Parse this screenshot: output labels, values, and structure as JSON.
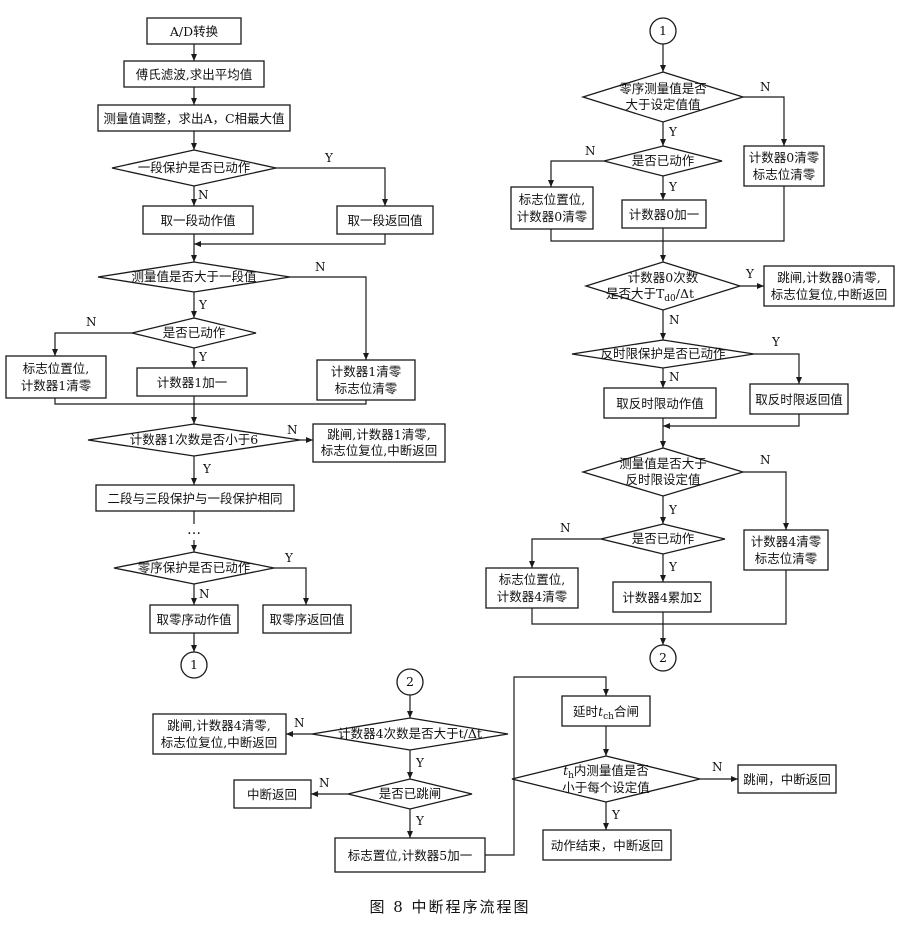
{
  "caption": "图 8   中断程序流程图",
  "connectors": {
    "one": "1",
    "two": "2"
  },
  "left": {
    "ad": "A/D转换",
    "fourier": "傅氏滤波,求出平均值",
    "adjust": "测量值调整，求出A，C相最大值",
    "d1": "一段保护是否已动作",
    "take_act": "取一段动作值",
    "take_ret": "取一段返回值",
    "d2": "测量值是否大于一段值",
    "d3": "是否已动作",
    "flag_set_1": "标志位置位,",
    "flag_set_2": "计数器1清零",
    "cnt1_inc": "计数器1加一",
    "cnt1_clr_1": "计数器1清零",
    "cnt1_clr_2": "标志位清零",
    "d4": "计数器1次数是否小于6",
    "trip_1": "跳闸,计数器1清零,",
    "trip_2": "标志位复位,中断返回",
    "stages23": "二段与三段保护与一段保护相同",
    "ellipsis": "…",
    "d5": "零序保护是否已动作",
    "zs_act": "取零序动作值",
    "zs_ret": "取零序返回值"
  },
  "right": {
    "d1_l1": "零序测量值是否",
    "d1_l2": "大于设定值值",
    "d2": "是否已动作",
    "flag_1": "标志位置位,",
    "flag_2": "计数器0清零",
    "cnt0_inc": "计数器0加一",
    "cnt0_clr_1": "计数器0清零",
    "cnt0_clr_2": "标志位清零",
    "d3_l1": "计数器0次数",
    "d3_l2": "是否大于T",
    "d3_sub": "d0",
    "d3_tail": "/Δt",
    "trip0_1": "跳闸,计数器0清零,",
    "trip0_2": "标志位复位,中断返回",
    "d4": "反时限保护是否已动作",
    "inv_act": "取反时限动作值",
    "inv_ret": "取反时限返回值",
    "d5_l1": "测量值是否大于",
    "d5_l2": "反时限设定值",
    "d6": "是否已动作",
    "flag4_1": "标志位置位,",
    "flag4_2": "计数器4清零",
    "cnt4_acc": "计数器4累加Σ",
    "cnt4_clr_1": "计数器4清零",
    "cnt4_clr_2": "标志位清零"
  },
  "bottom": {
    "d1": "计数器4次数是否大于t/Δt",
    "trip4_1": "跳闸,计数器4清零,",
    "trip4_2": "标志位复位,中断返回",
    "d2": "是否已跳闸",
    "int_ret": "中断返回",
    "flag5": "标志置位,计数器5加一",
    "delay_pre": "延时",
    "delay_t": "t",
    "delay_sub": "ch",
    "delay_post": "合闸",
    "d3_pre_t": "t",
    "d3_sub": "h",
    "d3_l1_post": "内测量值是否",
    "d3_l2": "小于每个设定值",
    "trip_ret": "跳闸，中断返回",
    "end": "动作结束，中断返回"
  },
  "labels": {
    "yes": "Y",
    "no": "N"
  }
}
